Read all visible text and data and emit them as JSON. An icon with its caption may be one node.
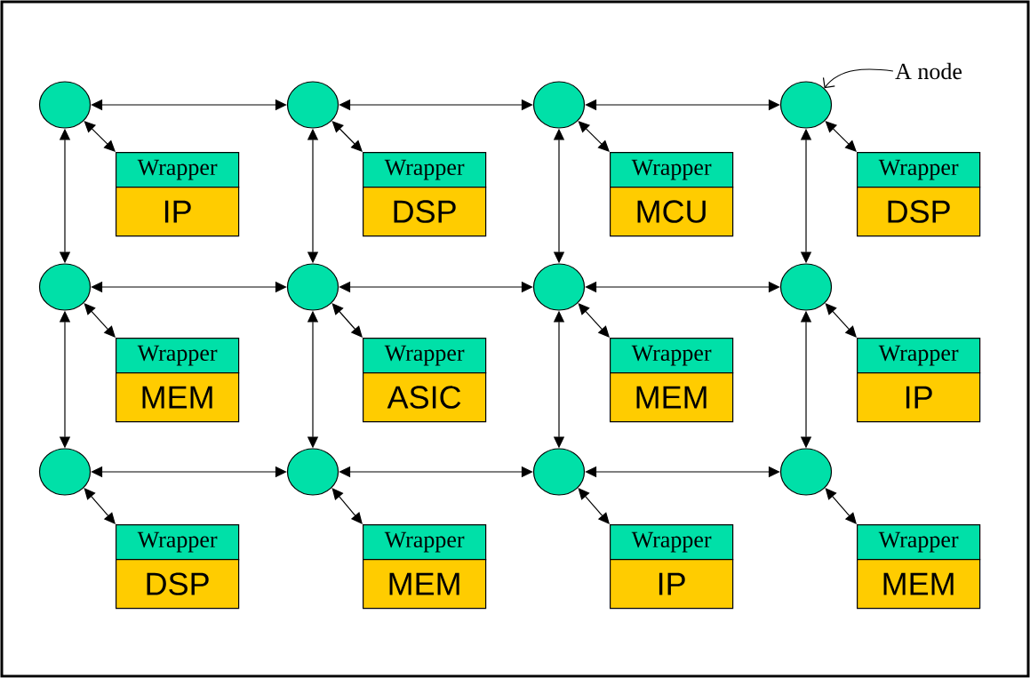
{
  "diagram": {
    "nodes": [
      {
        "text": [
          "A node"
        ]
      },
      {
        "text": [],
        "shape": "circle"
      },
      {
        "text": [],
        "shape": "circle"
      },
      {
        "text": [],
        "shape": "circle"
      },
      {
        "text": [],
        "shape": "circle"
      },
      {
        "text": [
          "Wrapper",
          "IP"
        ]
      },
      {
        "text": [
          "Wrapper",
          "DSP"
        ]
      },
      {
        "text": [
          "Wrapper",
          "MCU"
        ]
      },
      {
        "text": [
          "Wrapper",
          "DSP"
        ]
      },
      {
        "text": [],
        "shape": "circle"
      },
      {
        "text": [],
        "shape": "circle"
      },
      {
        "text": [],
        "shape": "circle"
      },
      {
        "text": [],
        "shape": "circle"
      },
      {
        "text": [
          "Wrapper",
          "MEM"
        ]
      },
      {
        "text": [
          "Wrapper",
          "ASIC"
        ]
      },
      {
        "text": [
          "Wrapper",
          "MEM"
        ]
      },
      {
        "text": [
          "Wrapper",
          "IP"
        ]
      },
      {
        "text": [],
        "shape": "circle"
      },
      {
        "text": [],
        "shape": "circle"
      },
      {
        "text": [],
        "shape": "circle"
      },
      {
        "text": [],
        "shape": "circle"
      },
      {
        "text": [
          "Wrapper",
          "DSP"
        ]
      },
      {
        "text": [
          "Wrapper",
          "MEM"
        ]
      },
      {
        "text": [
          "Wrapper",
          "IP"
        ]
      },
      {
        "text": [
          "Wrapper",
          "MEM"
        ]
      }
    ],
    "edges": [
      {
        "from": 0,
        "to": 4,
        "arrow": "to"
      },
      {
        "from": 1,
        "to": 2,
        "arrow": "both"
      },
      {
        "from": 2,
        "to": 3,
        "arrow": "both"
      },
      {
        "from": 3,
        "to": 4,
        "arrow": "both"
      },
      {
        "from": 9,
        "to": 10,
        "arrow": "both"
      },
      {
        "from": 10,
        "to": 11,
        "arrow": "both"
      },
      {
        "from": 11,
        "to": 12,
        "arrow": "both"
      },
      {
        "from": 17,
        "to": 18,
        "arrow": "both"
      },
      {
        "from": 18,
        "to": 19,
        "arrow": "both"
      },
      {
        "from": 19,
        "to": 20,
        "arrow": "both"
      },
      {
        "from": 1,
        "to": 9,
        "arrow": "both"
      },
      {
        "from": 2,
        "to": 10,
        "arrow": "both"
      },
      {
        "from": 3,
        "to": 11,
        "arrow": "both"
      },
      {
        "from": 4,
        "to": 12,
        "arrow": "both"
      },
      {
        "from": 9,
        "to": 17,
        "arrow": "both"
      },
      {
        "from": 10,
        "to": 18,
        "arrow": "both"
      },
      {
        "from": 11,
        "to": 19,
        "arrow": "both"
      },
      {
        "from": 12,
        "to": 20,
        "arrow": "both"
      },
      {
        "from": 1,
        "to": 5,
        "arrow": "both"
      },
      {
        "from": 2,
        "to": 6,
        "arrow": "both"
      },
      {
        "from": 3,
        "to": 7,
        "arrow": "both"
      },
      {
        "from": 4,
        "to": 8,
        "arrow": "both"
      },
      {
        "from": 9,
        "to": 13,
        "arrow": "both"
      },
      {
        "from": 10,
        "to": 14,
        "arrow": "both"
      },
      {
        "from": 11,
        "to": 15,
        "arrow": "both"
      },
      {
        "from": 12,
        "to": 16,
        "arrow": "both"
      },
      {
        "from": 17,
        "to": 21,
        "arrow": "both"
      },
      {
        "from": 18,
        "to": 22,
        "arrow": "both"
      },
      {
        "from": 19,
        "to": 23,
        "arrow": "both"
      },
      {
        "from": 20,
        "to": 24,
        "arrow": "both"
      }
    ]
  }
}
